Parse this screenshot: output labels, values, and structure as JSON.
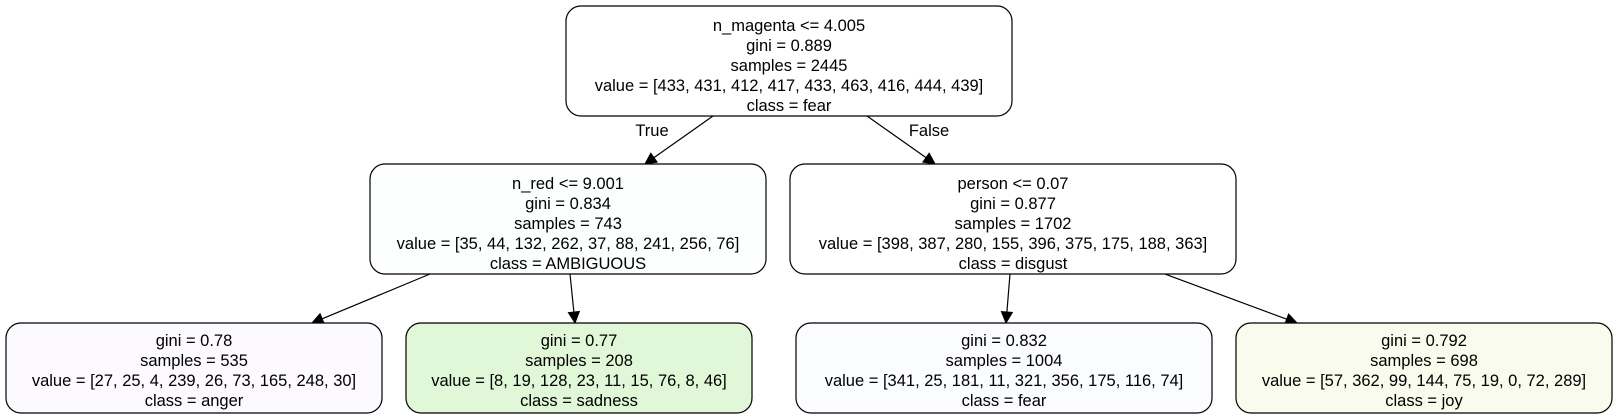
{
  "nodes": [
    {
      "id": "root",
      "fill": "#ffffff",
      "lines": [
        "n_magenta <= 4.005",
        "gini = 0.889",
        "samples = 2445",
        "value = [433, 431, 412, 417, 433, 463, 416, 444, 439]",
        "class = fear"
      ]
    },
    {
      "id": "left",
      "fill": "#fdfffe",
      "lines": [
        "n_red <= 9.001",
        "gini = 0.834",
        "samples = 743",
        "value = [35, 44, 132, 262, 37, 88, 241, 256, 76]",
        "class = AMBIGUOUS"
      ]
    },
    {
      "id": "right",
      "fill": "#ffffff",
      "lines": [
        "person <= 0.07",
        "gini = 0.877",
        "samples = 1702",
        "value = [398, 387, 280, 155, 396, 375, 175, 188, 363]",
        "class = disgust"
      ]
    },
    {
      "id": "leaf1",
      "fill": "#fcf9ff",
      "lines": [
        "gini = 0.78",
        "samples = 535",
        "value = [27, 25, 4, 239, 26, 73, 165, 248, 30]",
        "class = anger"
      ]
    },
    {
      "id": "leaf2",
      "fill": "#e0f7d8",
      "lines": [
        "gini = 0.77",
        "samples = 208",
        "value = [8, 19, 128, 23, 11, 15, 76, 8, 46]",
        "class = sadness"
      ]
    },
    {
      "id": "leaf3",
      "fill": "#fbfcff",
      "lines": [
        "gini = 0.832",
        "samples = 1004",
        "value = [341, 25, 181, 11, 321, 356, 175, 116, 74]",
        "class = fear"
      ]
    },
    {
      "id": "leaf4",
      "fill": "#f9fbec",
      "lines": [
        "gini = 0.792",
        "samples = 698",
        "value = [57, 362, 99, 144, 75, 19, 0, 72, 289]",
        "class = joy"
      ]
    }
  ],
  "edges": [
    {
      "from": "root",
      "to": "left",
      "label": "True"
    },
    {
      "from": "root",
      "to": "right",
      "label": "False"
    },
    {
      "from": "left",
      "to": "leaf1",
      "label": ""
    },
    {
      "from": "left",
      "to": "leaf2",
      "label": ""
    },
    {
      "from": "right",
      "to": "leaf3",
      "label": ""
    },
    {
      "from": "right",
      "to": "leaf4",
      "label": ""
    }
  ]
}
